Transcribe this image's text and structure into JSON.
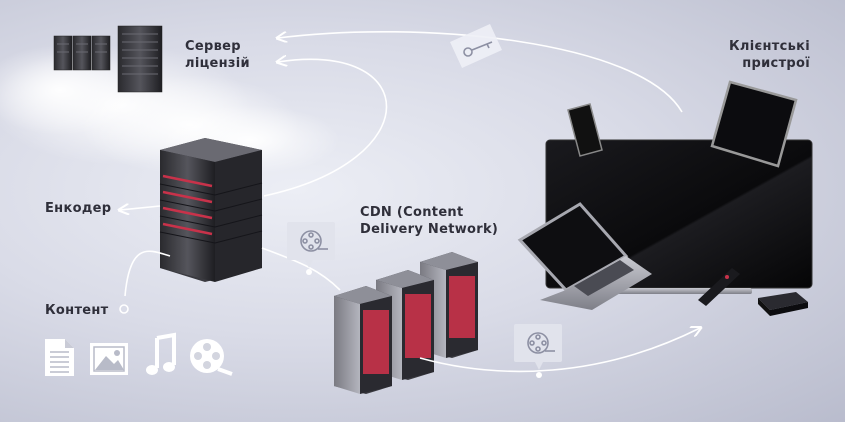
{
  "labels": {
    "license_server": "Сервер\nліцензій",
    "client_devices": "Клієнтські\nпристрої",
    "encoder": "Енкодер",
    "cdn": "CDN (Content\nDelivery Network)",
    "content": "Контент"
  },
  "icons": {
    "key": "key-icon",
    "film_reel": "film-reel-icon",
    "document": "document-icon",
    "image": "image-icon",
    "music": "music-note-icon"
  },
  "colors": {
    "server_accent": "#c8324a",
    "arrow": "#ffffff",
    "label_text": "#2f2f3a",
    "bubble": "#dfe2ec"
  }
}
